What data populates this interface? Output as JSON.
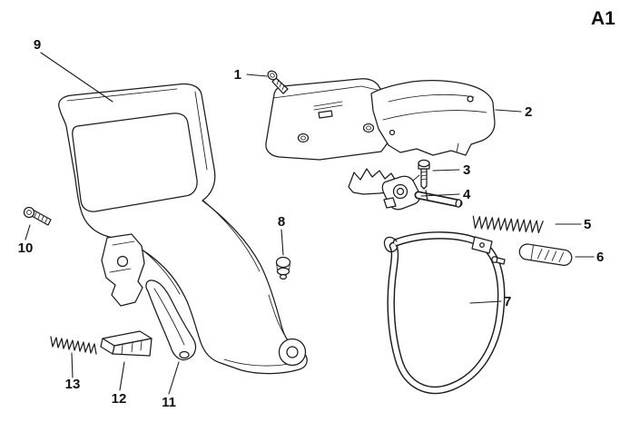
{
  "diagram": {
    "title": "A1",
    "ink_color": "#1c1c1c",
    "background_color": "#ffffff",
    "labels": {
      "1": "1",
      "2": "2",
      "3": "3",
      "4": "4",
      "5": "5",
      "6": "6",
      "7": "7",
      "8": "8",
      "9": "9",
      "10": "10",
      "11": "11",
      "12": "12",
      "13": "13"
    }
  }
}
